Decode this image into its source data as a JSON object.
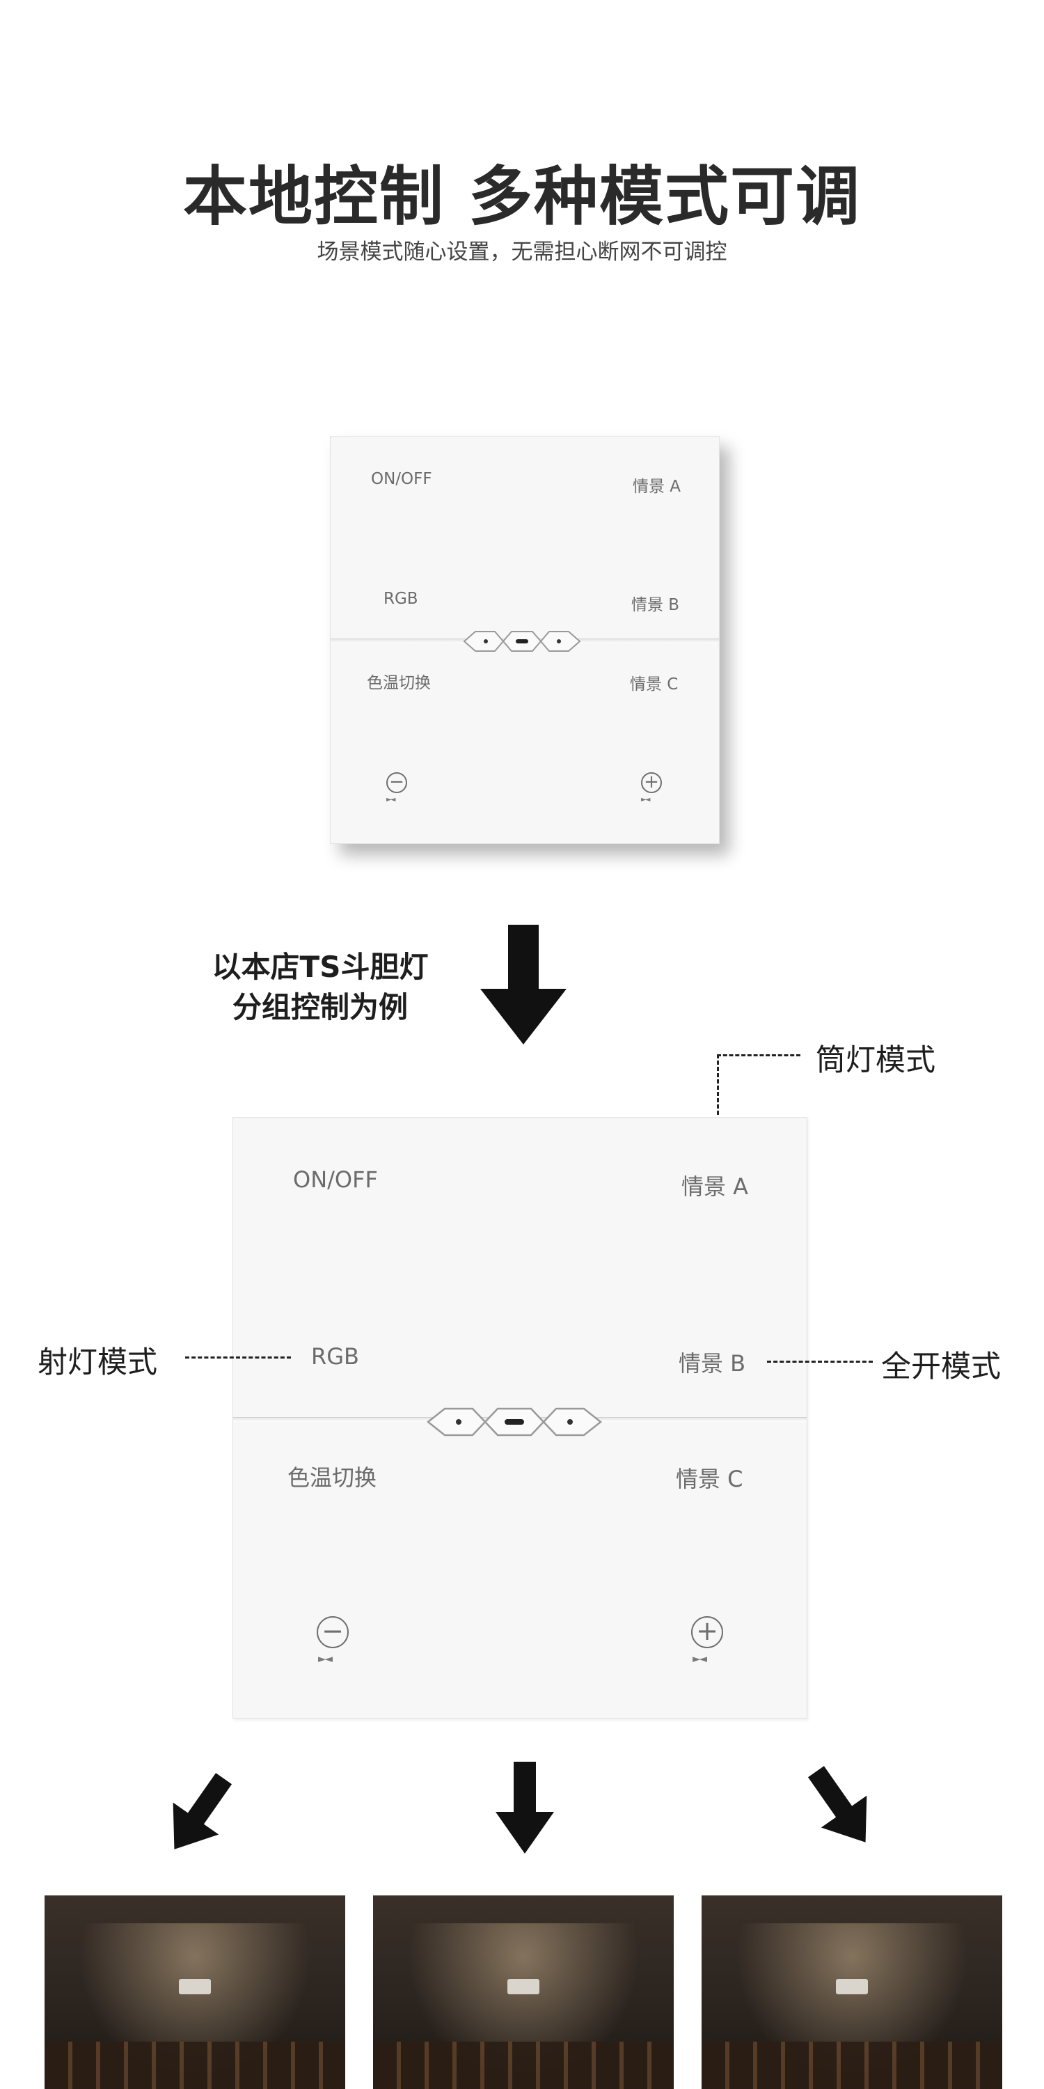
{
  "header": {
    "title": "本地控制 多种模式可调",
    "subtitle": "场景模式随心设置，无需担心断网不可调控"
  },
  "panel_labels": {
    "on_off": "ON/OFF",
    "rgb": "RGB",
    "color_temp": "色温切换",
    "scene_a": "情景 A",
    "scene_b": "情景 B",
    "scene_c": "情景 C",
    "minus": "−",
    "plus": "+",
    "dim_arrows": "►◄"
  },
  "caption": {
    "line1": "以本店TS斗胆灯",
    "line2": "分组控制为例"
  },
  "annotations": {
    "downlight_mode": "筒灯模式",
    "spotlight_mode": "射灯模式",
    "all_on_mode": "全开模式"
  },
  "photos": [
    {
      "icon": "scene-photo"
    },
    {
      "icon": "scene-photo"
    },
    {
      "icon": "scene-photo"
    }
  ]
}
